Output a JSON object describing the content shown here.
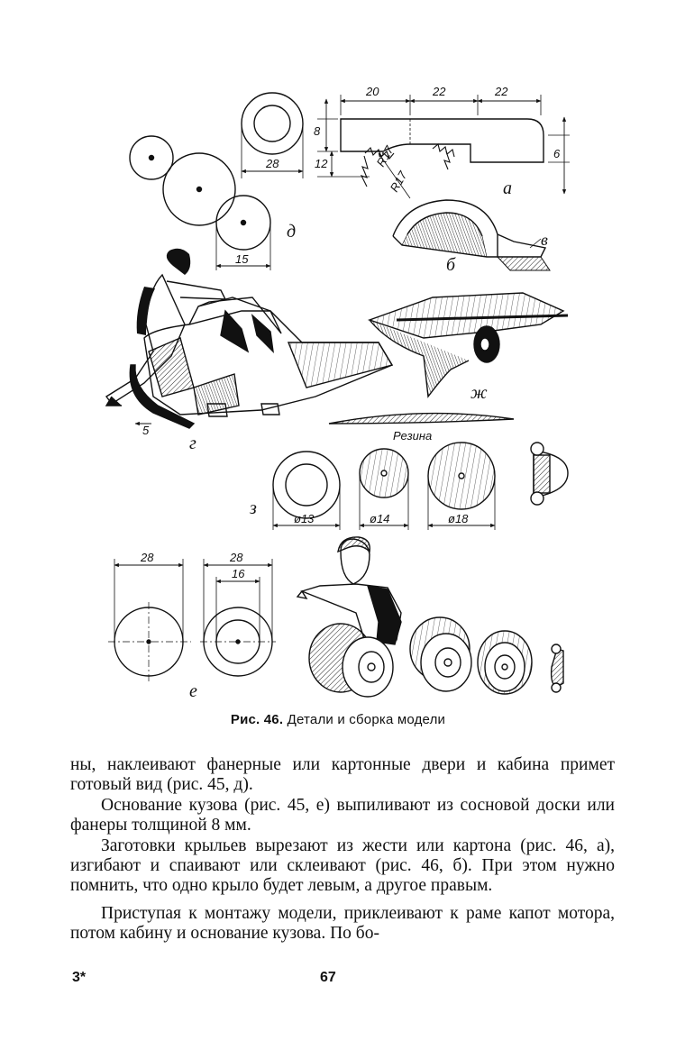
{
  "figure": {
    "caption_num": "Рис. 46.",
    "caption_text": "Детали и сборка модели",
    "panel_labels": {
      "a": "а",
      "b": "б",
      "v": "в",
      "g": "г",
      "d": "д",
      "e": "е",
      "zh": "ж",
      "z": "з"
    },
    "dimensions": {
      "top_20": "20",
      "top_22a": "22",
      "top_22b": "22",
      "height_8": "8",
      "height_12": "12",
      "height_6": "6",
      "radius": "R17",
      "radius_b": "R17",
      "wheel_28": "28",
      "wheel_15": "15",
      "offset_5": "5",
      "diam_13": "ø13",
      "diam_14": "ø14",
      "diam_18": "ø18",
      "e_28a": "28",
      "e_28b": "28",
      "e_16": "16"
    },
    "rubber_label": "Резина"
  },
  "body_text": {
    "p1": "ны, наклеивают фанерные или картонные двери и кабина примет готовый вид (рис. 45, д).",
    "p2": "Основание кузова (рис. 45, е) выпиливают из сосновой доски или фанеры толщиной 8 мм.",
    "p3": "Заготовки крыльев вырезают из жести или картона (рис. 46, а), изгибают и спаивают или склеивают (рис. 46, б). При этом нужно помнить, что одно крыло будет левым, а другое правым.",
    "p4": "Приступая к монтажу модели, приклеивают к раме капот мотора, потом кабину и основание кузова. По бо-"
  },
  "footer": {
    "signature": "3*",
    "page_number": "67"
  }
}
